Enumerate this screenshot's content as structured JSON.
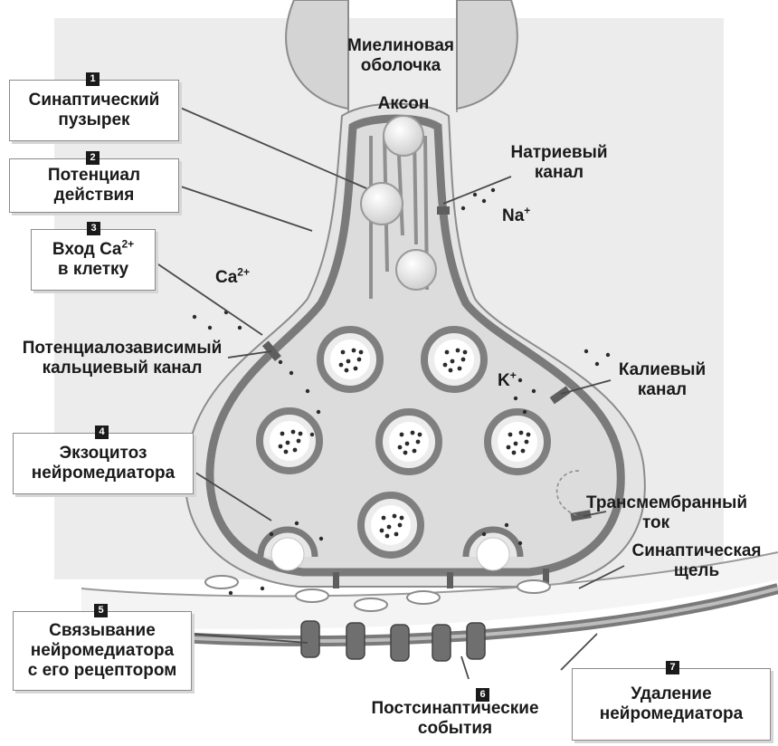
{
  "steps": [
    {
      "number": "1",
      "line1": "Синаптический",
      "line2": "пузырек"
    },
    {
      "number": "2",
      "line1": "Потенциал",
      "line2": "действия"
    },
    {
      "number": "3",
      "line1": "Вход Ca",
      "line1_sup": "2+",
      "line2": "в клетку"
    },
    {
      "number": "4",
      "line1": "Экзоцитоз",
      "line2": "нейромедиатора"
    },
    {
      "number": "5",
      "line1": "Связывание",
      "line2": "нейромедиатора",
      "line3": "с его рецептором"
    },
    {
      "number": "6",
      "line1": "Постсинаптические",
      "line2": "события"
    },
    {
      "number": "7",
      "line1": "Удаление",
      "line2": "нейромедиатора"
    }
  ],
  "labels": {
    "myelin_1": "Миелиновая",
    "myelin_2": "оболочка",
    "axon": "Аксон",
    "sodium_channel_1": "Натриевый",
    "sodium_channel_2": "канал",
    "na_ion": "Na",
    "na_sup": "+",
    "ca_ion": "Ca",
    "ca_sup": "2+",
    "k_ion": "K",
    "k_sup": "+",
    "calcium_channel_1": "Потенциалозависимый",
    "calcium_channel_2": "кальциевый канал",
    "potassium_channel_1": "Калиевый",
    "potassium_channel_2": "канал",
    "transmembrane_1": "Трансмембранный",
    "transmembrane_2": "ток",
    "cleft_1": "Синаптическая",
    "cleft_2": "щель"
  },
  "colors": {
    "membrane": "#8c8c8c",
    "membrane_dark": "#5e5e5e",
    "fill": "#d9d9d9",
    "background_tissue": "#e6e6e6",
    "dot": "#2b2b2b"
  }
}
